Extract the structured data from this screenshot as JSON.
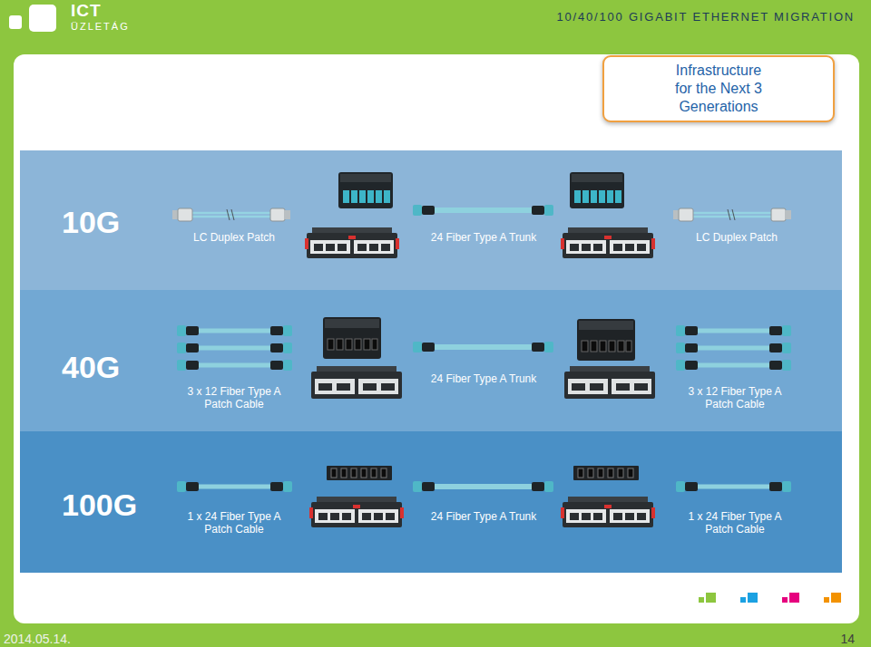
{
  "diagram": {
    "title": "10/40/100 GIGABIT ETHERNET MIGRATION",
    "nodes": [
      {
        "text": [
          "Infrastructure for the Next 3 Generations"
        ]
      },
      {
        "text": [
          "10G",
          "LC Duplex Patch",
          "24 Fiber Type A Trunk",
          "LC Duplex Patch"
        ]
      },
      {
        "text": [
          "40G",
          "3 x 12 Fiber Type A Patch Cable",
          "24 Fiber Type A Trunk",
          "3 x 12 Fiber Type A Patch Cable"
        ]
      },
      {
        "text": [
          "100G",
          "1 x 24 Fiber Type A Patch Cable",
          "24 Fiber Type A Trunk",
          "1 x 24 Fiber Type A Patch Cable"
        ]
      }
    ],
    "labels": [
      "ICT",
      "ÜZLETÁG",
      "2014.05.14.",
      "14"
    ]
  }
}
